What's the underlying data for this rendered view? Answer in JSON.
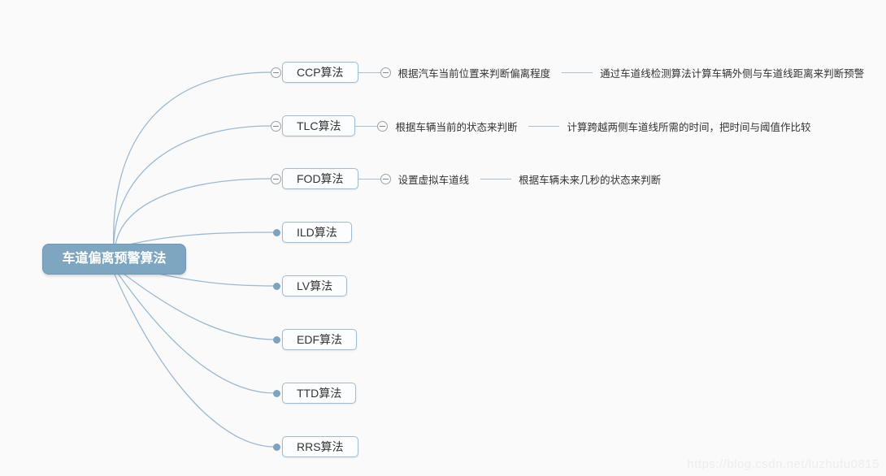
{
  "root": {
    "label": "车道偏离预警算法"
  },
  "watermark": "https://blog.csdn.net/luzhufu0815",
  "colors": {
    "background": "#fafafa",
    "root_fill": "#7ea6c0",
    "node_border": "#9fbcd2",
    "edge": "#9cb9d1",
    "connector": "#aebecb",
    "text": "#333333"
  },
  "branches": [
    {
      "label": "CCP算法",
      "collapsible": true,
      "children": [
        "根据汽车当前位置来判断偏离程度",
        "通过车道线检测算法计算车辆外侧与车道线距离来判断预警"
      ]
    },
    {
      "label": "TLC算法",
      "collapsible": true,
      "children": [
        "根据车辆当前的状态来判断",
        "计算跨越两侧车道线所需的时间，把时间与阈值作比较"
      ]
    },
    {
      "label": "FOD算法",
      "collapsible": true,
      "children": [
        "设置虚拟车道线",
        "根据车辆未来几秒的状态来判断"
      ]
    },
    {
      "label": "ILD算法",
      "collapsible": false,
      "children": []
    },
    {
      "label": "LV算法",
      "collapsible": false,
      "children": []
    },
    {
      "label": "EDF算法",
      "collapsible": false,
      "children": []
    },
    {
      "label": "TTD算法",
      "collapsible": false,
      "children": []
    },
    {
      "label": "RRS算法",
      "collapsible": false,
      "children": []
    }
  ]
}
